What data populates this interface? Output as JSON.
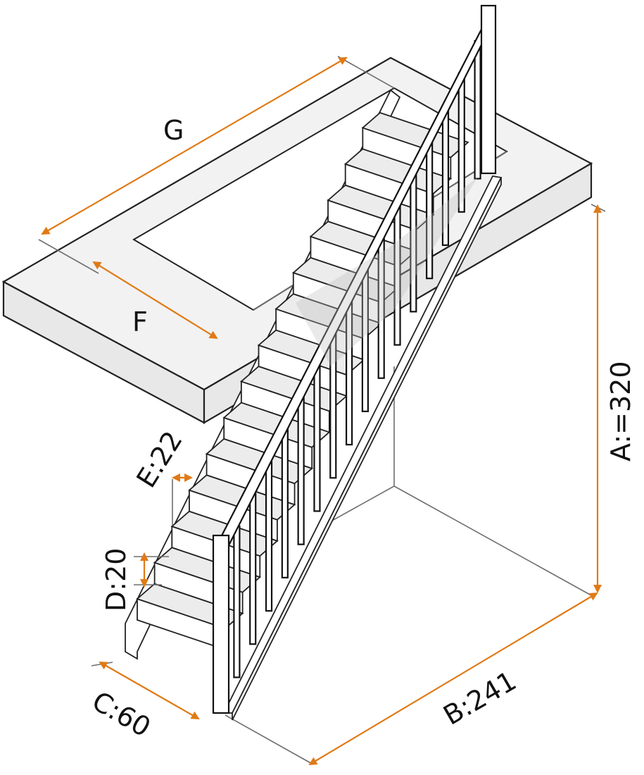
{
  "labels": {
    "a": "A:=320",
    "b": "B:241",
    "c": "C:60",
    "d": "D:20",
    "e": "E:22",
    "f": "F",
    "g": "G"
  },
  "colors": {
    "dimension": "#e07a16",
    "outline": "#1f1f1f",
    "slab_top": "#f2f2f2"
  }
}
